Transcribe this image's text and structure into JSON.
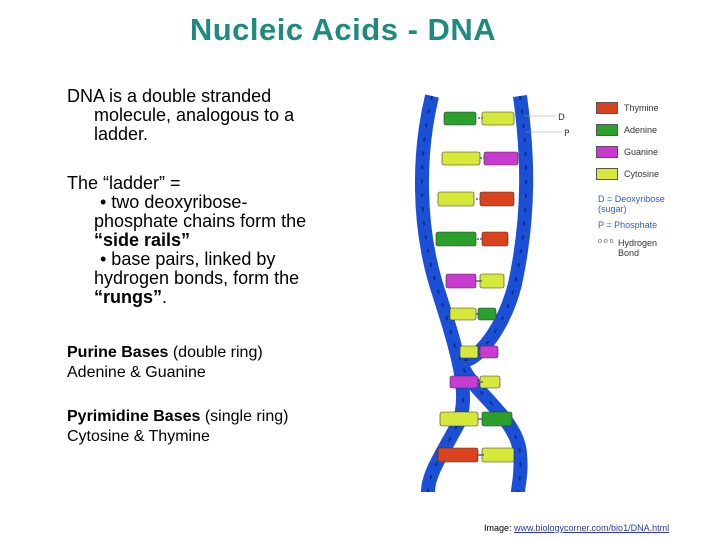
{
  "slide": {
    "title": "Nucleic Acids - DNA",
    "intro": {
      "line1": "DNA is a double stranded",
      "line2": "molecule, analogous to a",
      "line3": "ladder."
    },
    "ladder": {
      "heading": "The “ladder” =",
      "bullet1_a": "• two deoxyribose-",
      "bullet1_b": "phosphate chains form the",
      "bullet1_c": "“side rails”",
      "bullet2_a": "• base pairs, linked by",
      "bullet2_b": "hydrogen bonds, form the",
      "bullet2_c_pre": "“rungs”",
      "bullet2_c_post": "."
    },
    "purine": {
      "label": "Purine Bases",
      "detail": " (double ring)",
      "list": "Adenine & Guanine"
    },
    "pyrimidine": {
      "label": "Pyrimidine Bases",
      "detail": " (single ring)",
      "list": "Cytosine & Thymine"
    },
    "credit": {
      "prefix": "Image: ",
      "link": "www.biologycorner.com/bio1/DNA.html"
    }
  },
  "diagram": {
    "labels": {
      "d": "D",
      "p": "P"
    },
    "legend": {
      "thymine": "Thymine",
      "adenine": "Adenine",
      "guanine": "Guanine",
      "cytosine": "Cytosine",
      "deoxyribose_1": "D = Deoxyribose",
      "deoxyribose_2": "(sugar)",
      "phosphate": "P = Phosphate",
      "hbond_symbol": "o o o",
      "hbond_1": "Hydrogen",
      "hbond_2": "Bond"
    },
    "colors": {
      "thymine": "#d9421c",
      "adenine": "#2ca02c",
      "guanine": "#c93ad1",
      "cytosine": "#d6e83a",
      "backbone": "#1a4fd6"
    }
  }
}
